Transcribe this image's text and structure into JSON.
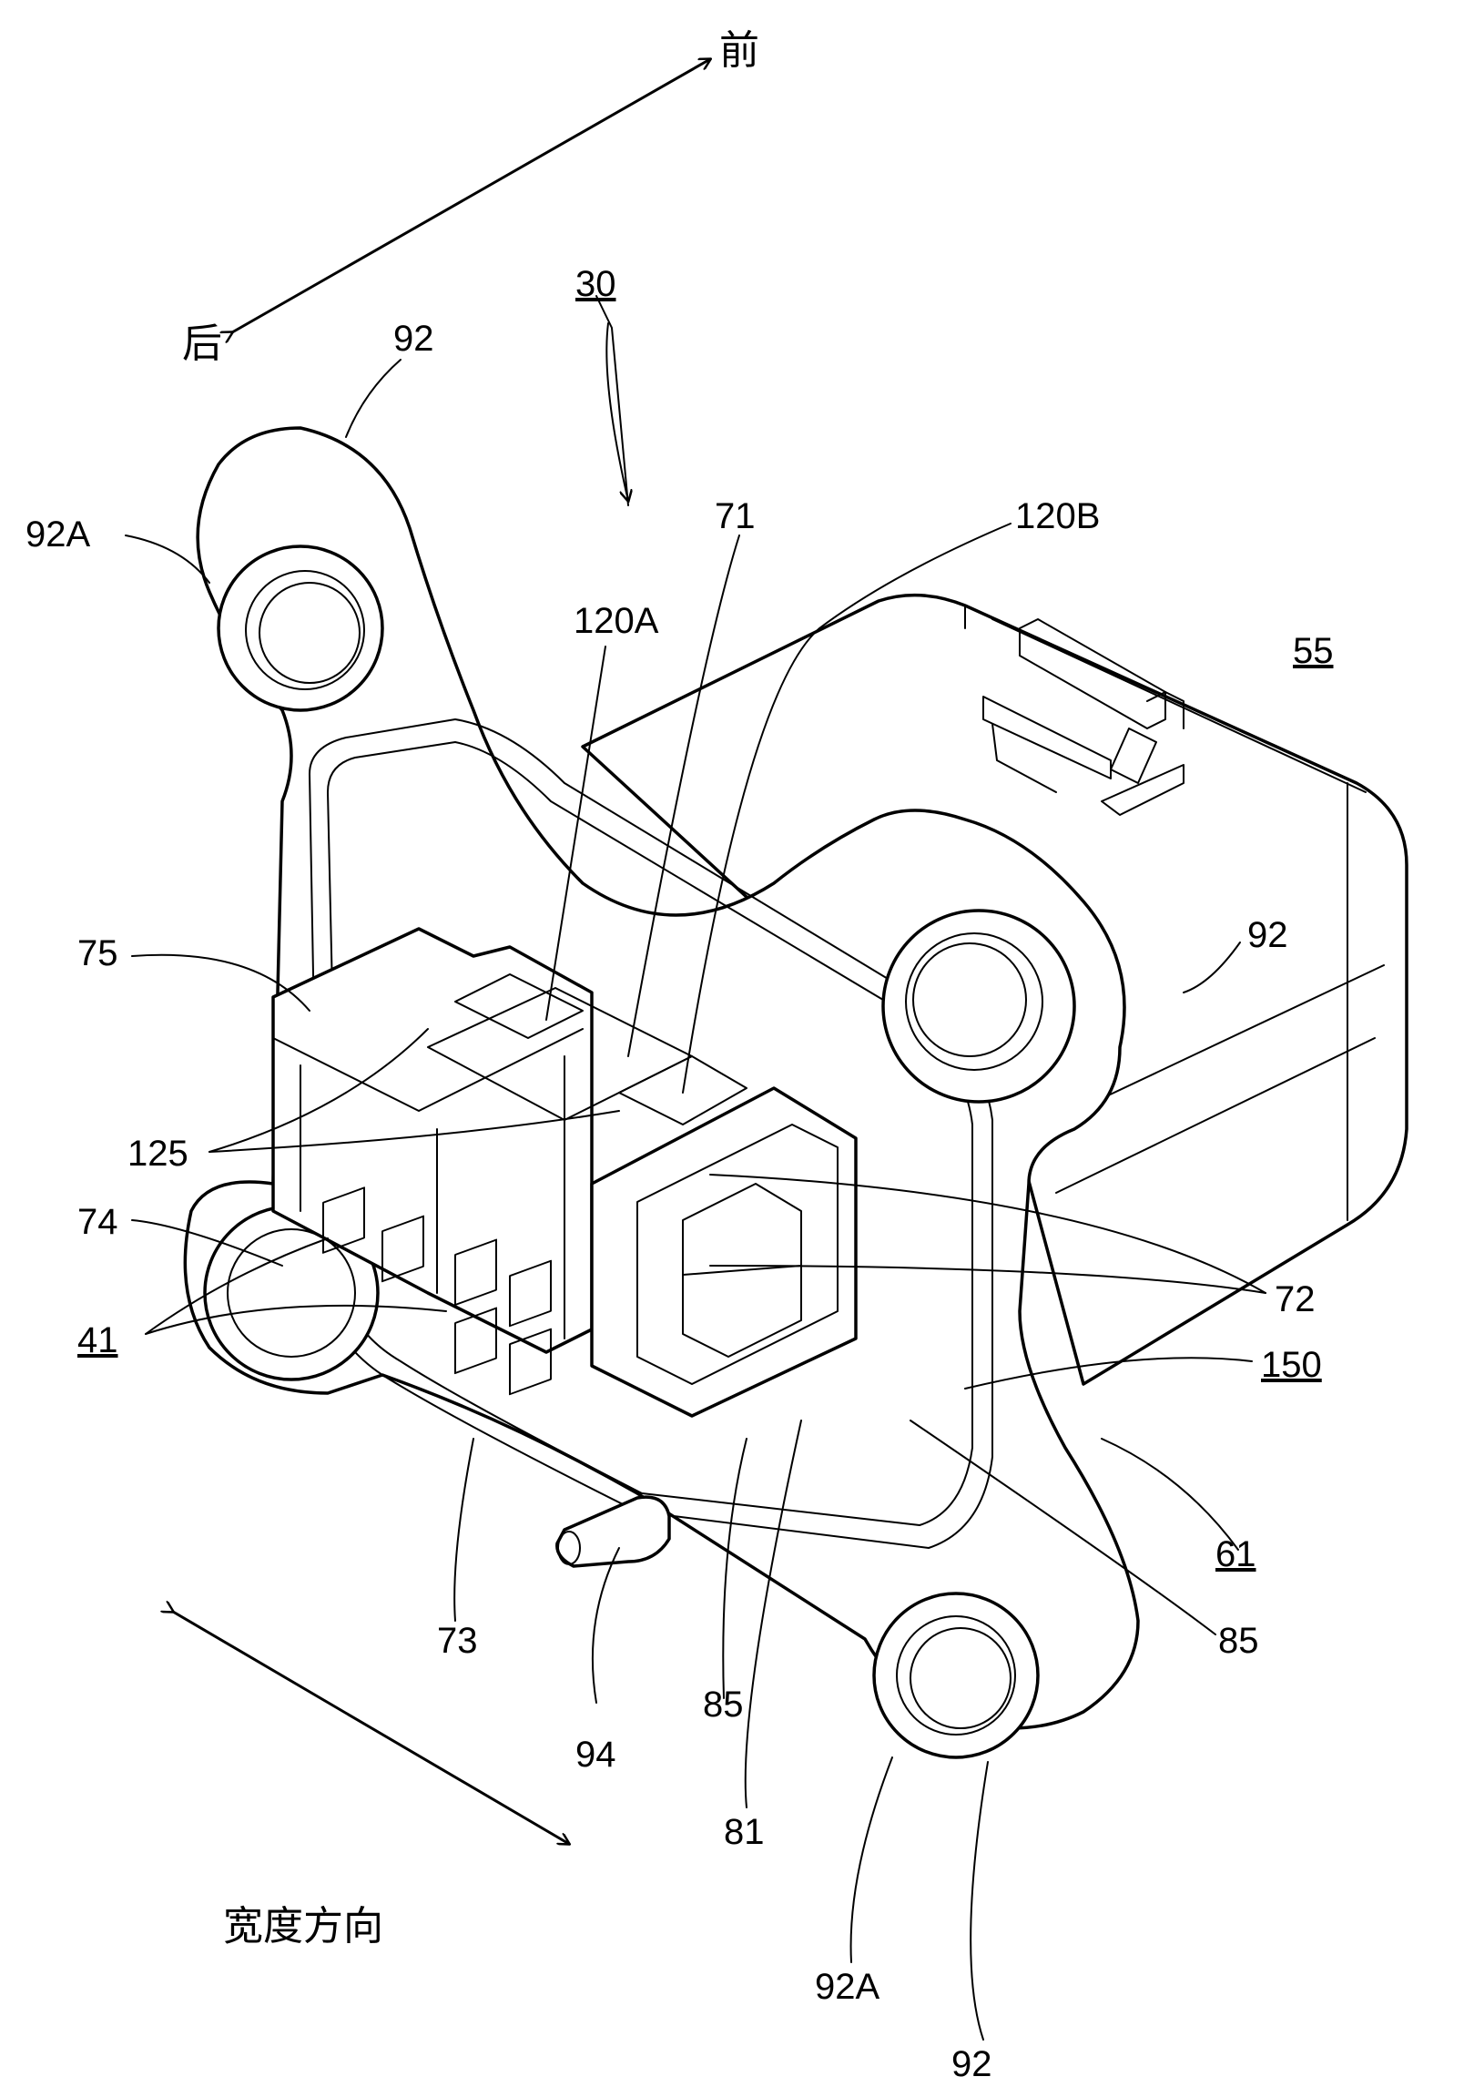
{
  "figure": {
    "directions": {
      "front": "前",
      "rear": "后",
      "width_direction": "宽度方向"
    },
    "reference_numerals": {
      "assembly": "30",
      "housing": "55",
      "flange_61": "61",
      "seal_150": "150",
      "terminals_41": "41",
      "r71": "71",
      "r72": "72",
      "r73": "73",
      "r74": "74",
      "r75": "75",
      "r81": "81",
      "r85_left": "85",
      "r85_right": "85",
      "r92_top": "92",
      "r92_right": "92",
      "r92_bottom": "92",
      "r92A_top": "92A",
      "r92A_bottom": "92A",
      "r94": "94",
      "r120A": "120A",
      "r120B": "120B",
      "r125": "125"
    }
  }
}
